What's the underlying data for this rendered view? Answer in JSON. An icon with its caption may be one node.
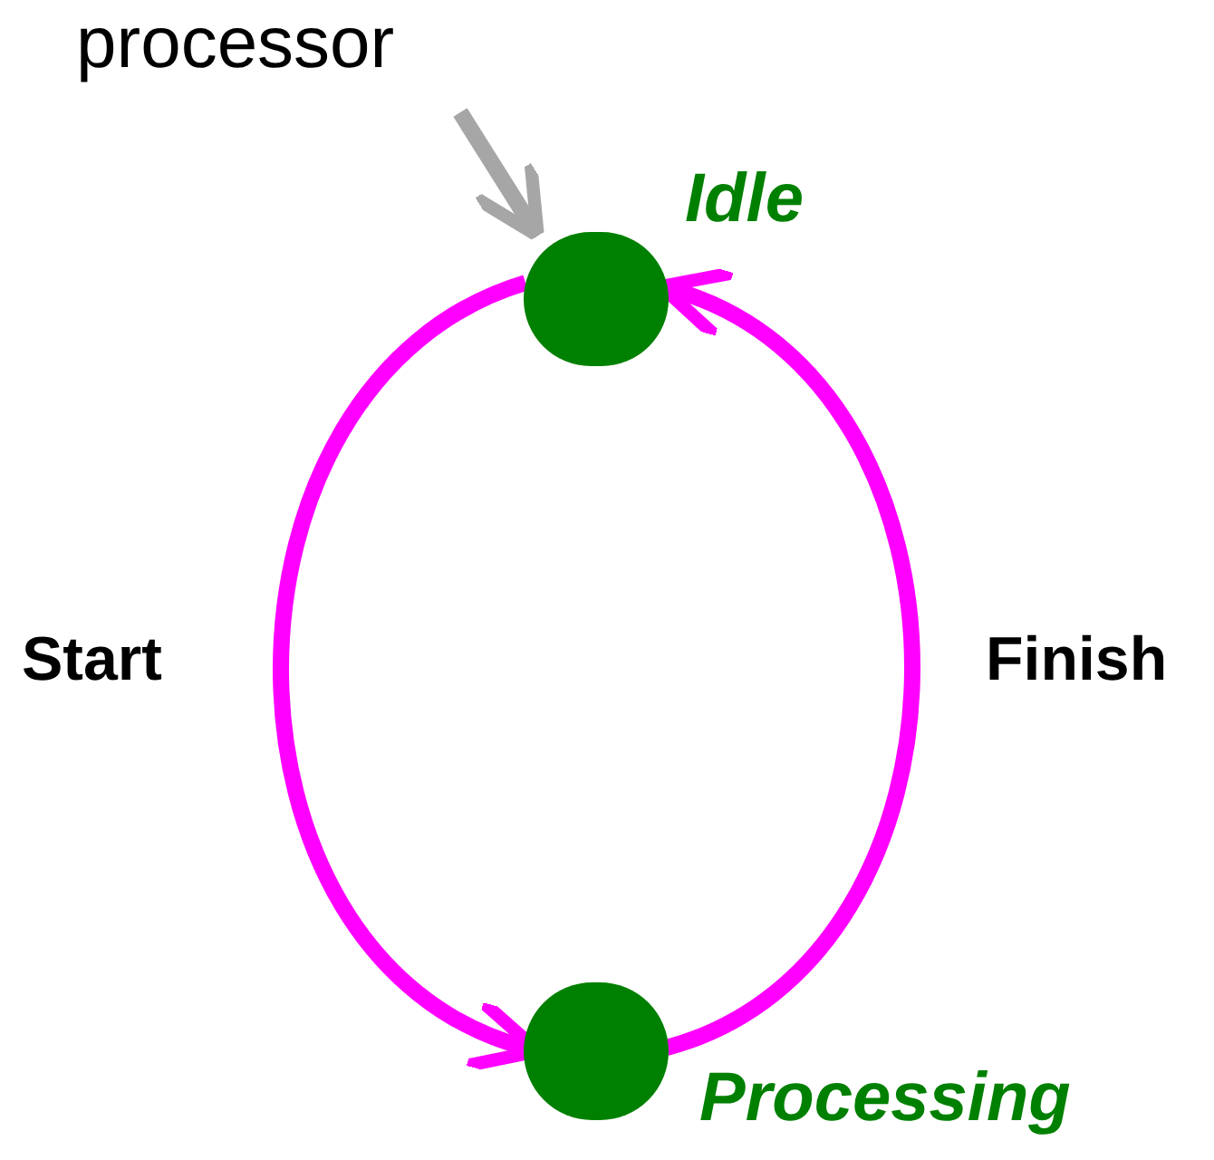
{
  "diagram": {
    "nodes": [
      {
        "text": [
          "processor"
        ]
      },
      {
        "text": [],
        "shape": "circle",
        "beside": [
          "Idle"
        ]
      },
      {
        "text": [],
        "shape": "circle",
        "beside": [
          "Processing"
        ]
      }
    ],
    "edges": [
      {
        "from": 0,
        "to": 1,
        "arrow": "to",
        "color": "#a6a6a6"
      },
      {
        "from": 1,
        "to": 2,
        "arrow": "to",
        "label": "Start",
        "color": "#ff00ff"
      },
      {
        "from": 2,
        "to": 1,
        "arrow": "to",
        "label": "Finish",
        "color": "#ff00ff"
      }
    ]
  }
}
